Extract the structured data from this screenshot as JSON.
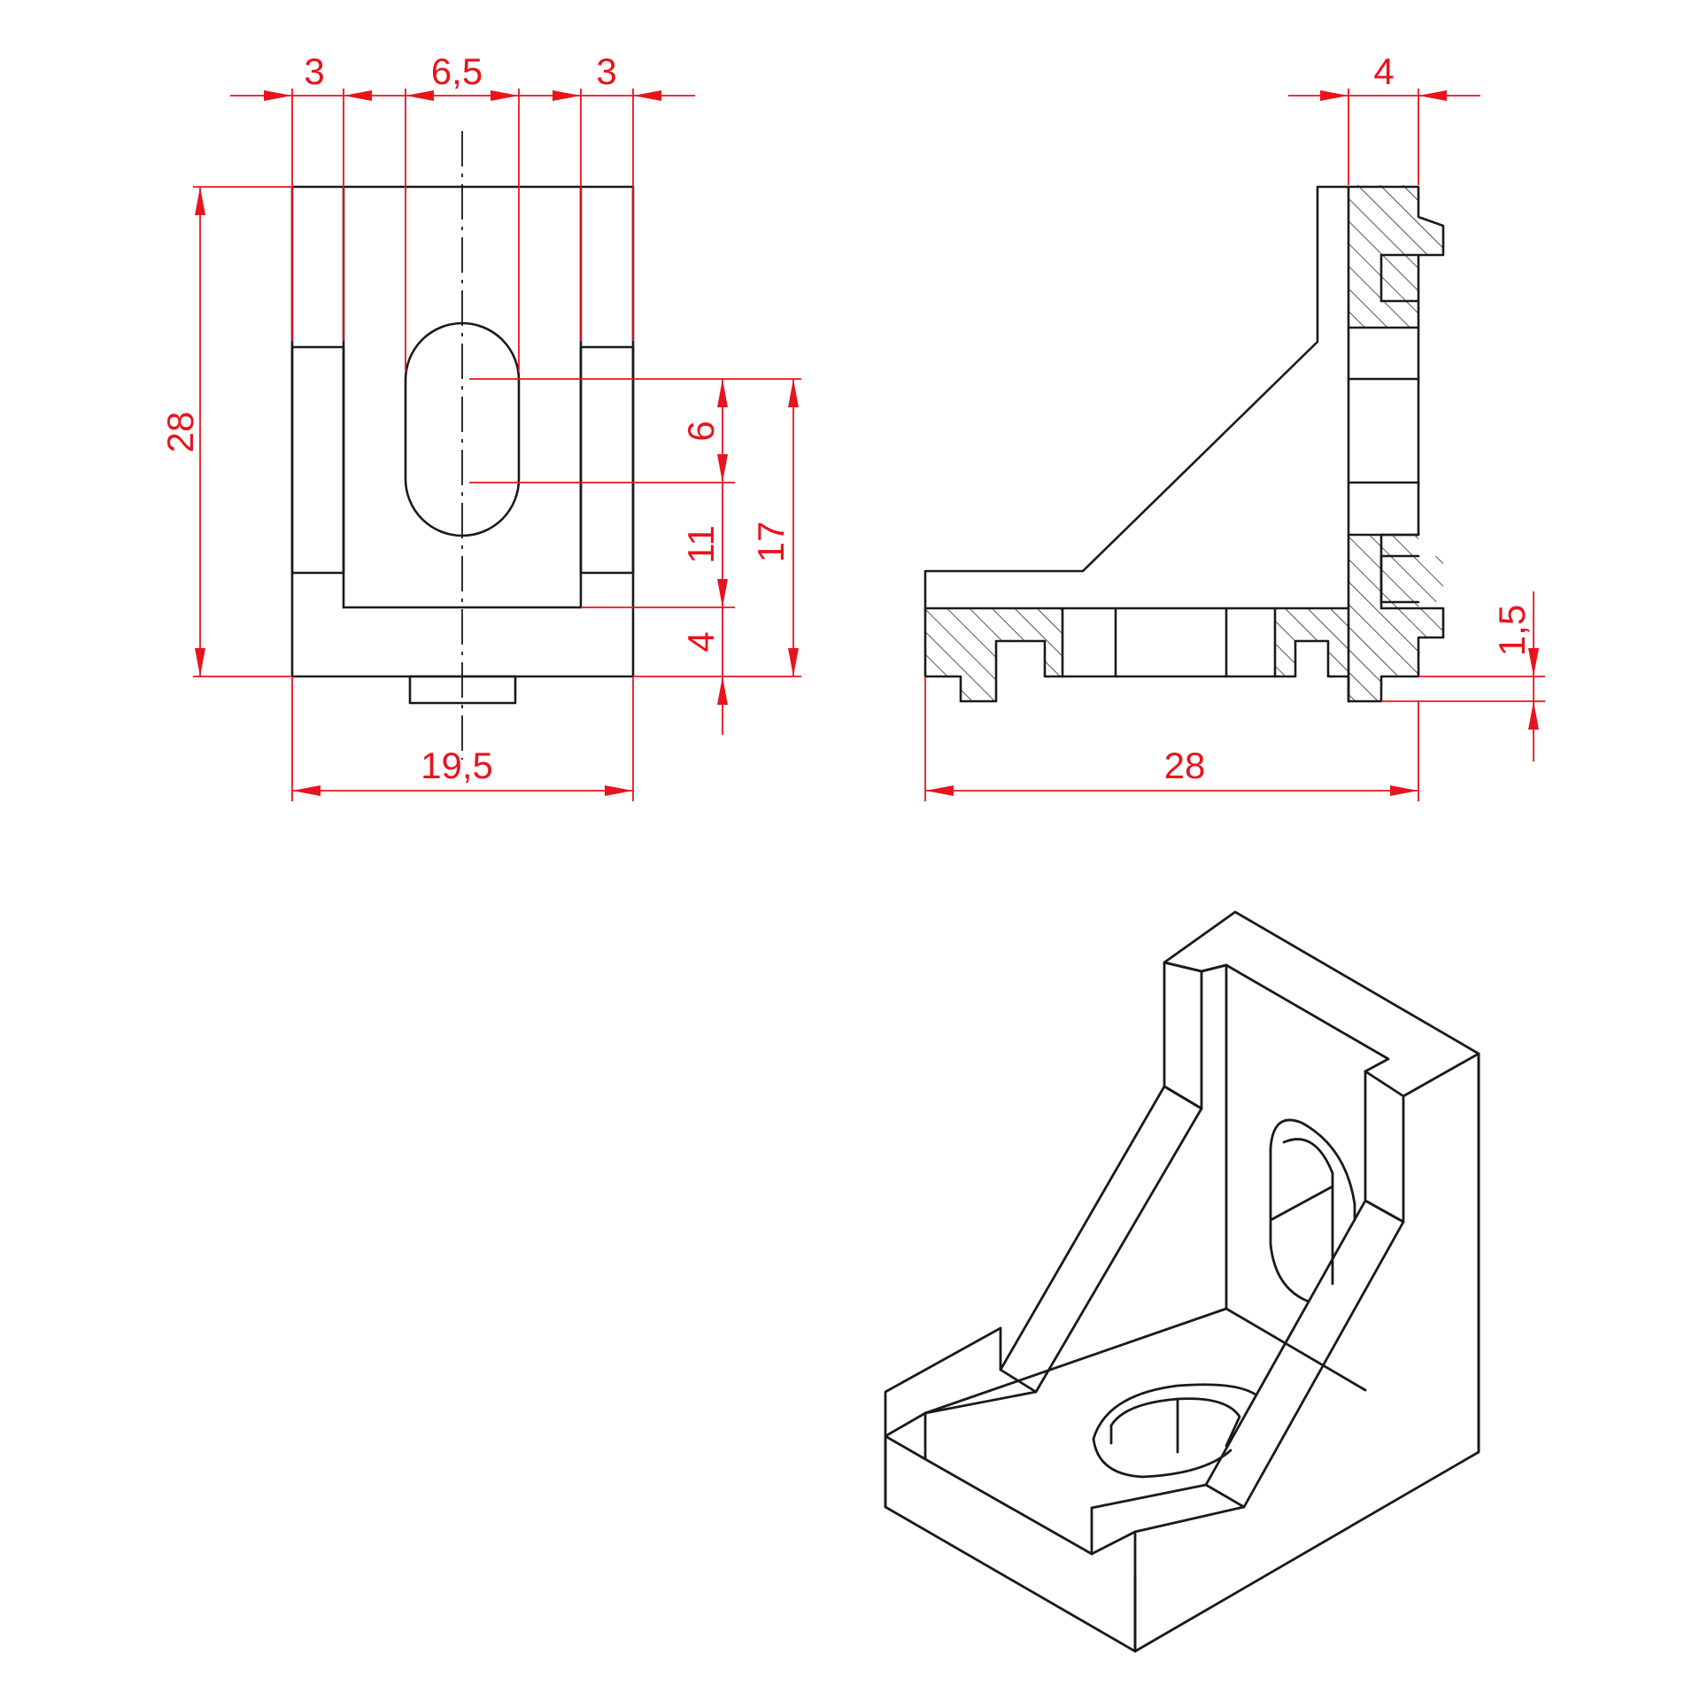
{
  "front_view": {
    "dimensions": {
      "width_left_flange": "3",
      "slot_width": "6,5",
      "width_right_flange": "3",
      "overall_height": "28",
      "slot_length": "6",
      "slot_to_base": "11",
      "base_offset": "4",
      "total_vertical": "17",
      "overall_width": "19,5"
    }
  },
  "side_view": {
    "dimensions": {
      "wall_thickness": "4",
      "step_height": "1,5",
      "overall_length": "28"
    }
  },
  "colors": {
    "outline": "#1a1a1a",
    "dimension": "#e8141d"
  }
}
